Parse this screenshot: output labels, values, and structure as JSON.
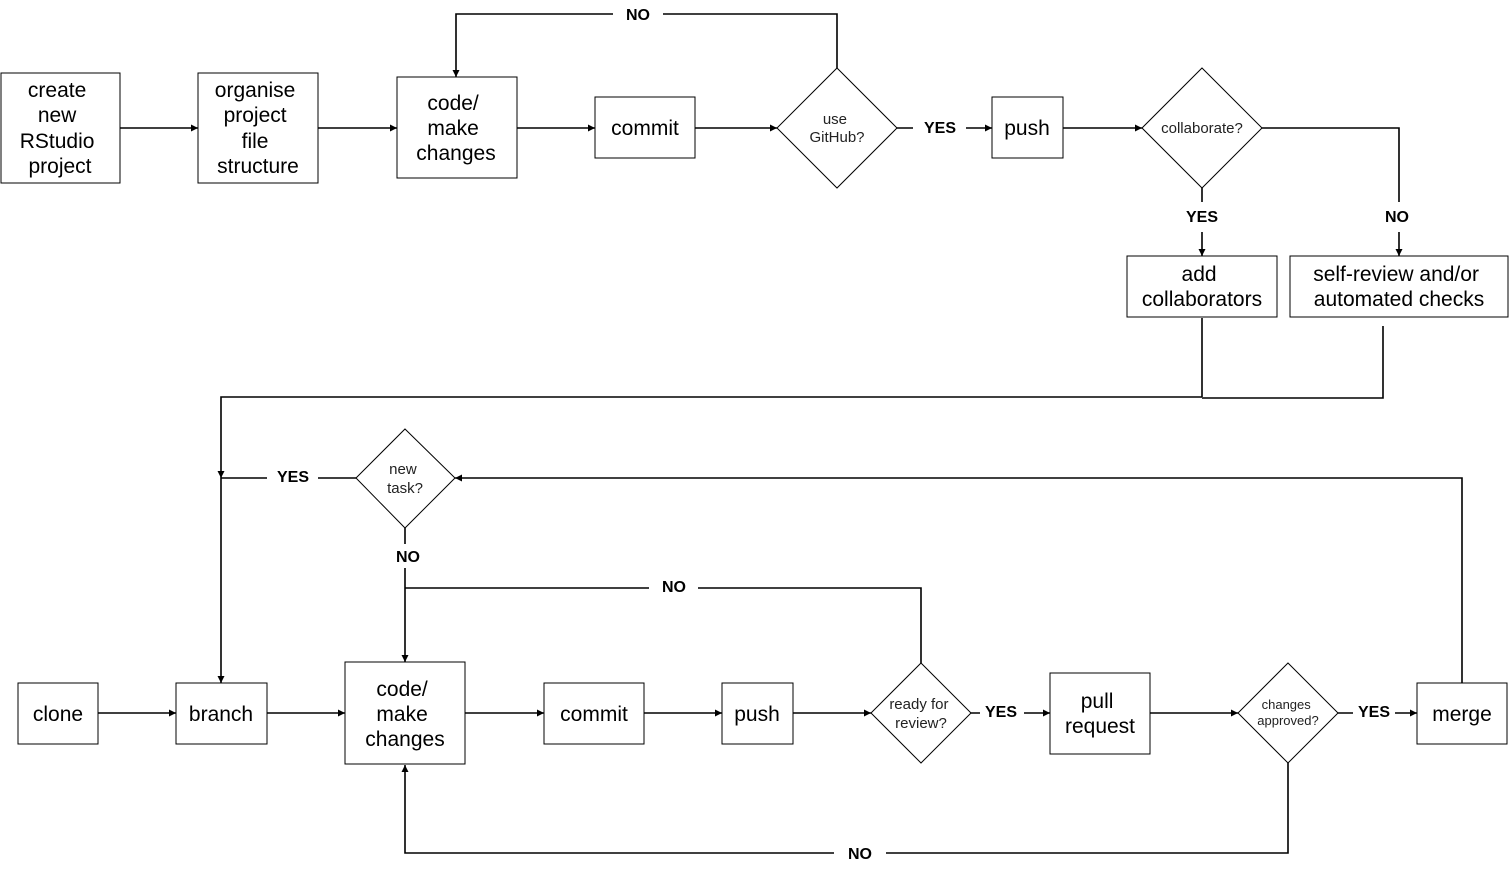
{
  "nodes": {
    "create_project": [
      "create",
      "new",
      "RStudio",
      "project"
    ],
    "organise": [
      "organise",
      "project",
      "file",
      "structure"
    ],
    "code_top": [
      "code/",
      "make",
      "changes"
    ],
    "commit_top": [
      "commit"
    ],
    "use_github": [
      "use",
      "GitHub?"
    ],
    "push_top": [
      "push"
    ],
    "collaborate": [
      "collaborate?"
    ],
    "add_collaborators": [
      "add",
      "collaborators"
    ],
    "self_review": [
      "self-review and/or",
      "automated checks"
    ],
    "new_task": [
      "new",
      "task?"
    ],
    "clone": [
      "clone"
    ],
    "branch": [
      "branch"
    ],
    "code_bottom": [
      "code/",
      "make",
      "changes"
    ],
    "commit_bottom": [
      "commit"
    ],
    "push_bottom": [
      "push"
    ],
    "ready_review": [
      "ready for",
      "review?"
    ],
    "pull_request": [
      "pull",
      "request"
    ],
    "changes_approved": [
      "changes",
      "approved?"
    ],
    "merge": [
      "merge"
    ]
  },
  "edge_labels": {
    "github_no": "NO",
    "github_yes": "YES",
    "collab_yes": "YES",
    "collab_no": "NO",
    "newtask_yes": "YES",
    "newtask_no": "NO",
    "review_no": "NO",
    "review_yes": "YES",
    "approved_yes": "YES",
    "approved_no": "NO"
  }
}
